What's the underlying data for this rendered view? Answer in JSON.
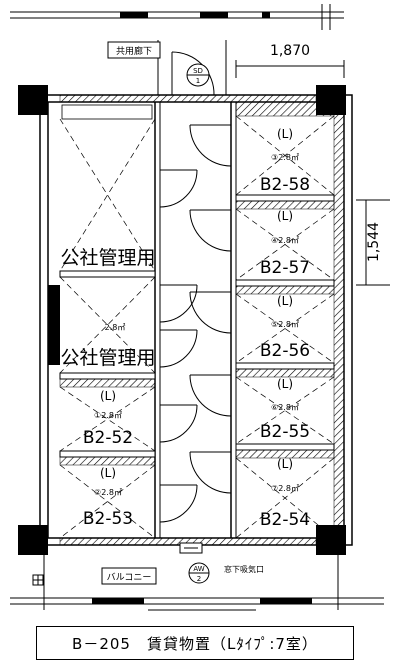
{
  "labels": {
    "corridor": "共用廊下",
    "sd_top": "SD",
    "sd_bottom": "1",
    "aw_top": "AW",
    "aw_bottom": "2",
    "window_vent": "窓下吸気口",
    "balcony": "バルコニー",
    "dim_width": "1,870",
    "dim_depth": "1,544",
    "caption": "B－205　賃貸物置（Lﾀｲﾌﾟ:7室）",
    "l_mark": "(L)"
  },
  "left_rooms": [
    {
      "name": "公社管理用",
      "area": ""
    },
    {
      "name": "公社管理用",
      "area": "2.8㎡"
    },
    {
      "name": "B2-52",
      "area": "①2.8㎡"
    },
    {
      "name": "B2-53",
      "area": "②2.8㎡"
    }
  ],
  "right_rooms": [
    {
      "name": "B2-58",
      "area": "③2.8㎡"
    },
    {
      "name": "B2-57",
      "area": "④2.8㎡"
    },
    {
      "name": "B2-56",
      "area": "⑤2.8㎡"
    },
    {
      "name": "B2-55",
      "area": "⑥2.8㎡"
    },
    {
      "name": "B2-54",
      "area": "⑦2.8㎡"
    }
  ]
}
